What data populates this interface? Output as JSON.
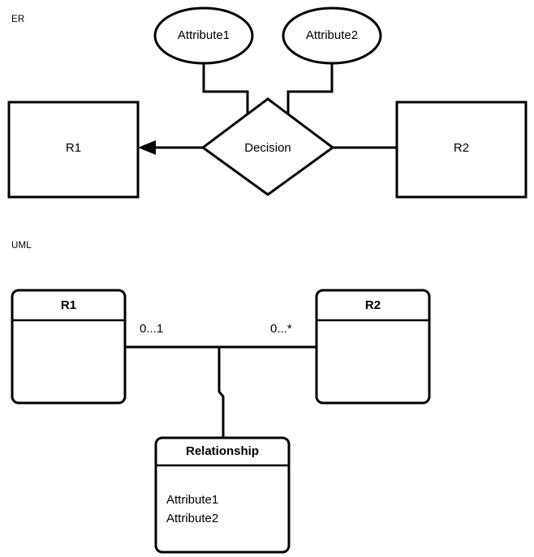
{
  "sections": {
    "er": {
      "label": "ER",
      "entities": [
        {
          "name": "R1"
        },
        {
          "name": "R2"
        }
      ],
      "relationship": {
        "name": "Decision"
      },
      "attributes": [
        {
          "name": "Attribute1"
        },
        {
          "name": "Attribute2"
        }
      ]
    },
    "uml": {
      "label": "UML",
      "classes": [
        {
          "name": "R1",
          "attributes": []
        },
        {
          "name": "R2",
          "attributes": []
        }
      ],
      "association_class": {
        "name": "Relationship",
        "attributes": [
          "Attribute1",
          "Attribute2"
        ]
      },
      "multiplicities": {
        "left": "0...1",
        "right": "0...*"
      }
    }
  },
  "style": {
    "stroke_color": "#000000",
    "fill_color": "#ffffff",
    "background": "#ffffff"
  }
}
